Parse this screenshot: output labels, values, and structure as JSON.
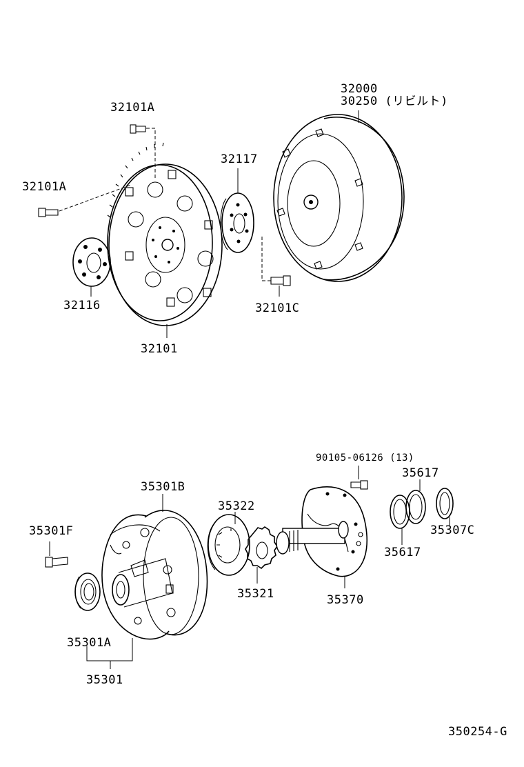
{
  "diagram": {
    "labels": {
      "p32000": "32000",
      "p30250": "30250 (リビルト)",
      "p32101A_top": "32101A",
      "p32101A_left": "32101A",
      "p32117": "32117",
      "p32116": "32116",
      "p32101C": "32101C",
      "p32101": "32101",
      "p90105": "90105-06126 (13)",
      "p35617_top": "35617",
      "p35301B": "35301B",
      "p35322": "35322",
      "p35301F": "35301F",
      "p35307C": "35307C",
      "p35617_bot": "35617",
      "p35321": "35321",
      "p35370": "35370",
      "p35301A": "35301A",
      "p35301": "35301",
      "code": "350254-G"
    }
  }
}
